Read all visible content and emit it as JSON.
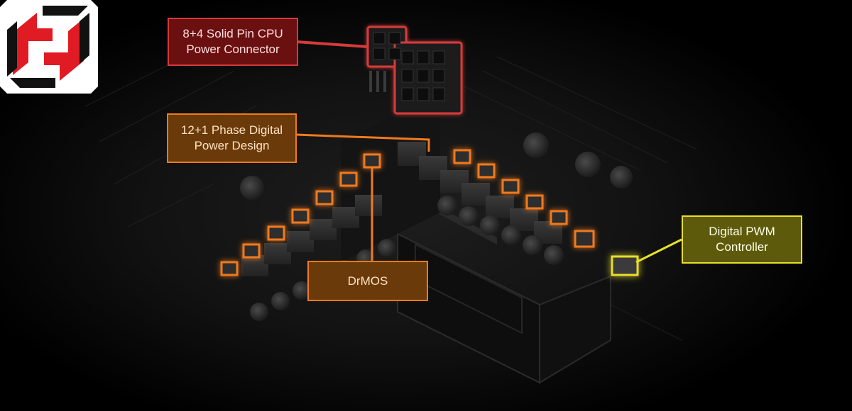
{
  "callouts": {
    "cpu_power": {
      "line1": "8+4 Solid Pin CPU",
      "line2": "Power Connector"
    },
    "phase_design": {
      "line1": "12+1 Phase Digital",
      "line2": "Power Design"
    },
    "drmos": {
      "label": "DrMOS"
    },
    "pwm": {
      "line1": "Digital PWM",
      "line2": "Controller"
    }
  },
  "colors": {
    "cpu_accent": "#d63a3a",
    "phase_accent": "#f07a1e",
    "pwm_accent": "#e8df2a",
    "logo_red": "#e01b24"
  },
  "icons": {
    "logo": "brand-logo-icon"
  }
}
